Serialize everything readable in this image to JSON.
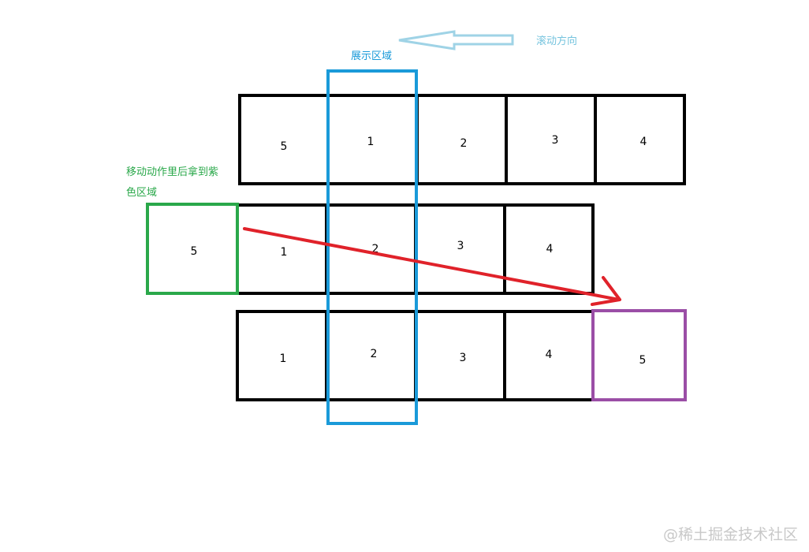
{
  "labels": {
    "scroll_direction": "滚动方向",
    "display_area": "展示区域",
    "move_note_line1": "移动动作里后拿到紫",
    "move_note_line2": "色区域"
  },
  "rows": [
    {
      "cells": [
        "5",
        "1",
        "2",
        "3",
        "4"
      ]
    },
    {
      "cells": [
        "5",
        "1",
        "2",
        "3",
        "4"
      ]
    },
    {
      "cells": [
        "1",
        "2",
        "3",
        "4",
        "5"
      ]
    }
  ],
  "watermark": "@稀土掘金技术社区",
  "colors": {
    "cell_border": "#000000",
    "display_area": "#1a9ad9",
    "scroll_arrow": "#9fd3e6",
    "scroll_label": "#76c4de",
    "green_box": "#2aa84a",
    "purple_box": "#9b4ea6",
    "move_arrow": "#e0222a"
  }
}
